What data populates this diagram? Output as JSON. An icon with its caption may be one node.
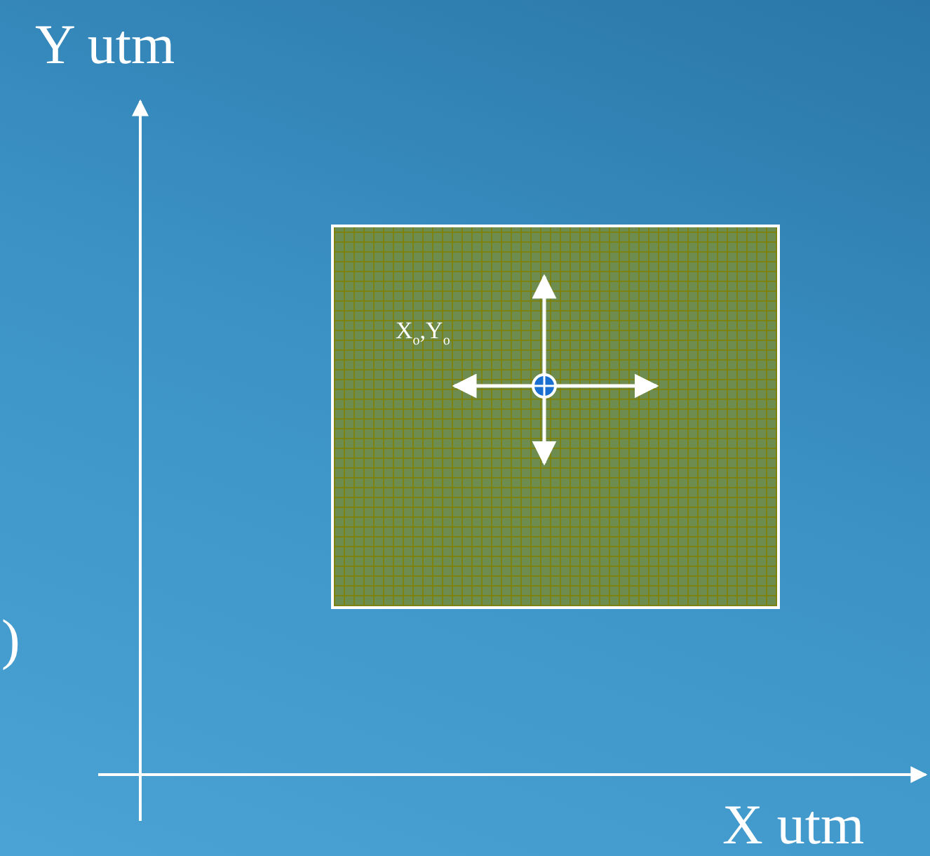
{
  "diagram": {
    "nodes": [
      {
        "text": [
          "X$_{o}$,Y$_{o}$"
        ]
      }
    ],
    "labels": [
      "Y utm",
      "X utm",
      ")"
    ]
  }
}
